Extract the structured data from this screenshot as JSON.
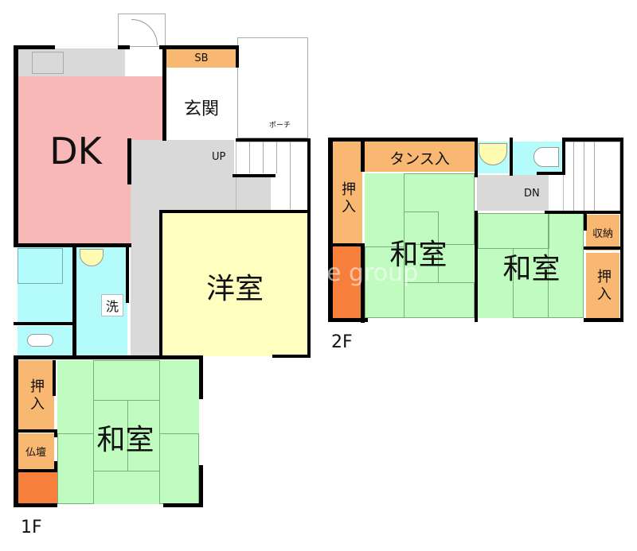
{
  "colors": {
    "dk": "#f9b8b8",
    "kitchen_counter": "#d9d9d9",
    "hall": "#d9d9d9",
    "western_room": "#ffffc0",
    "japanese_room": "#c0fcc0",
    "storage": "#f9b872",
    "wet_area": "#b4fcfc",
    "altar_alcove": "#f77f3c",
    "wall": "#000000"
  },
  "floor_1": {
    "label": "1F",
    "rooms": {
      "dk": "DK",
      "shoe_box": "SB",
      "entrance": "玄関",
      "porch": "ポーチ",
      "stairs_up": "UP",
      "western_room": "洋室",
      "washroom": "洗",
      "japanese_room": "和室",
      "closet": "押入",
      "butsudan": "仏壇"
    }
  },
  "floor_2": {
    "label": "2F",
    "rooms": {
      "wardrobe": "タンス入",
      "closet_left": "押入",
      "japanese_room_left": "和室",
      "japanese_room_right": "和室",
      "stairs_down": "DN",
      "storage": "収納",
      "closet_right": "押入"
    }
  },
  "watermark": "e group"
}
